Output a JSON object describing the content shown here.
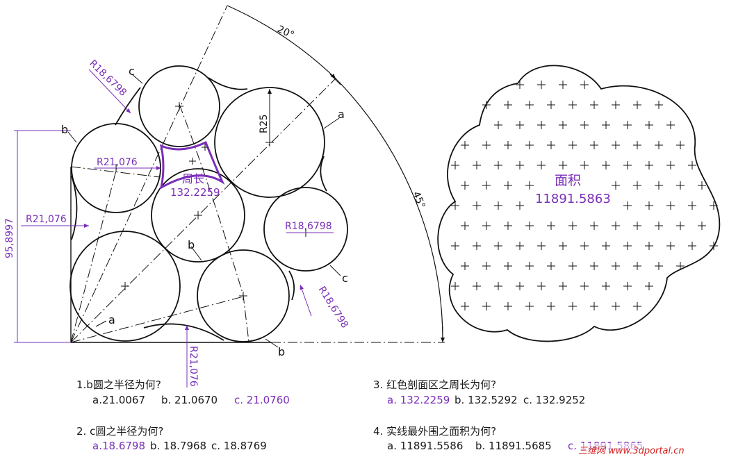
{
  "colors": {
    "line": "#111111",
    "accent": "#7a2fb8",
    "red": "#d21d1d"
  },
  "left_figure": {
    "labels": {
      "a1": "a",
      "a2": "a",
      "b1": "b",
      "b2": "b",
      "b3": "b",
      "c1": "c",
      "c2": "c"
    },
    "dimensions": {
      "r_c_top": "R18,6798",
      "r_b_left": "R21,076",
      "r_b_edge": "R21,076",
      "r_small_right": "R18,6798",
      "r_c_bottom": "R18,6798",
      "r_b_bottom": "R21,076",
      "r_a": "R25",
      "height": "95,8997",
      "angle_top": "20°",
      "angle_side": "45°"
    },
    "perimeter": {
      "label": "周长",
      "value": "132.2259"
    }
  },
  "right_figure": {
    "label": "面积",
    "value": "11891.5863"
  },
  "questions": [
    {
      "text": "1.b圆之半径为何?",
      "options": [
        "a.21.0067",
        "b. 21.0670",
        "c. 21.0760"
      ],
      "correct": 2
    },
    {
      "text": "2. c圆之半径为何?",
      "options": [
        "a.18.6798",
        "b. 18.7968",
        "c. 18.8769"
      ],
      "correct": 0
    },
    {
      "text": "3. 红色剖面区之周长为何?",
      "options": [
        "a. 132.2259",
        "b. 132.5292",
        "c. 132.9252"
      ],
      "correct": 0
    },
    {
      "text": "4. 实线最外围之面积为何?",
      "options": [
        "a. 11891.5586",
        "b. 11891.5685",
        "c. 11891.5865"
      ],
      "correct": 2
    }
  ],
  "watermark": "三维网 www.3dportal.cn"
}
